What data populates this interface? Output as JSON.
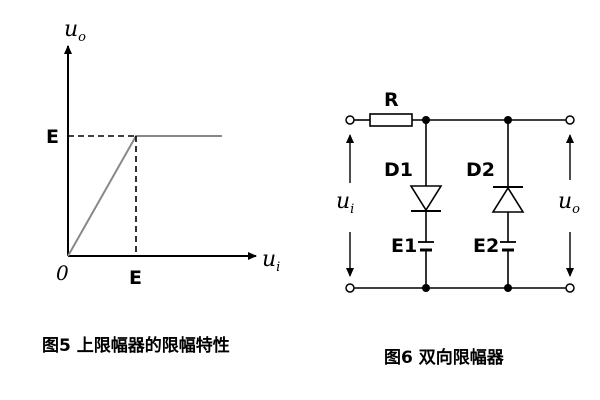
{
  "fig5": {
    "y_axis_var": "u",
    "y_axis_sub": "o",
    "x_axis_var": "u",
    "x_axis_sub": "i",
    "origin_label": "0",
    "e_label_y": "E",
    "e_label_x": "E",
    "caption": "图5 上限幅器的限幅特性"
  },
  "fig6": {
    "resistor_label": "R",
    "diode1_label": "D1",
    "diode2_label": "D2",
    "source1_label": "E1",
    "source2_label": "E2",
    "input_var": "u",
    "input_sub": "i",
    "output_var": "u",
    "output_sub": "o",
    "caption": "图6 双向限幅器"
  },
  "colors": {
    "line": "#000000",
    "characteristic": "#888888"
  }
}
